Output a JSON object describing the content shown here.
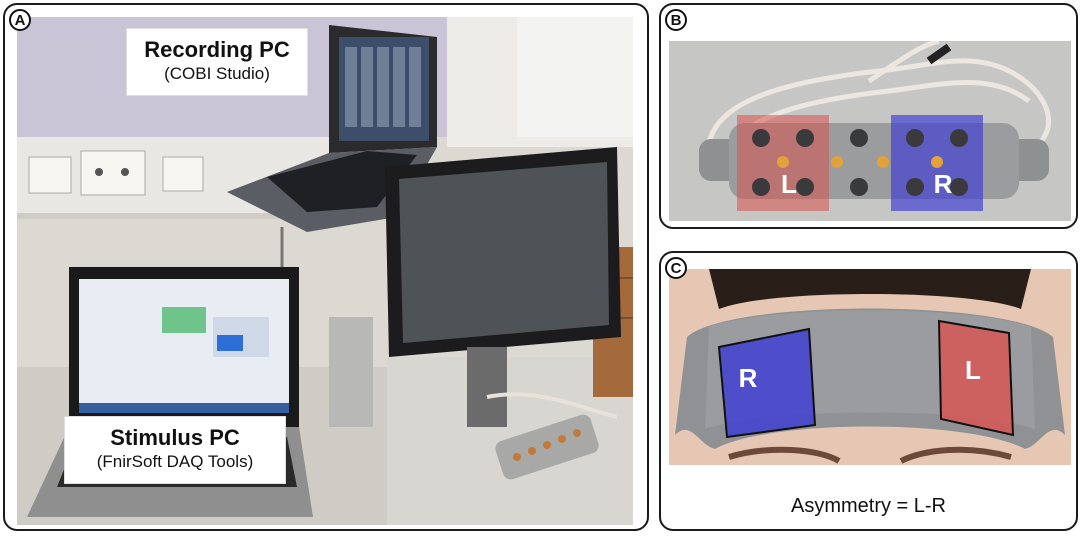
{
  "panel_a": {
    "badge": "A",
    "recording_pc": {
      "title": "Recording PC",
      "subtitle": "(COBI Studio)"
    },
    "stimulus_pc": {
      "title": "Stimulus PC",
      "subtitle": "(FnirSoft DAQ Tools)"
    }
  },
  "panel_b": {
    "badge": "B",
    "left_label": "L",
    "right_label": "R"
  },
  "panel_c": {
    "badge": "C",
    "right_label": "R",
    "left_label": "L",
    "caption": "Asymmetry = L-R"
  },
  "colors": {
    "left_region": "#d9534f",
    "right_region": "#3b3bd6"
  }
}
